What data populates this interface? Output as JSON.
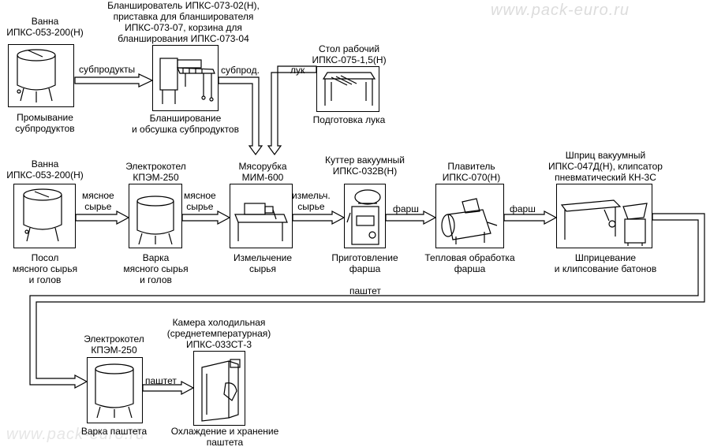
{
  "watermark": "www.pack-euro.ru",
  "stages": {
    "s1": {
      "title": "Ванна\nИПКС-053-200(Н)",
      "caption": "Промывание\nсубпродуктов"
    },
    "s2": {
      "title": "Бланширователь ИПКС-073-02(Н),\nприставка для бланширователя\nИПКС-073-07, корзина для\nбланширования ИПКС-073-04",
      "caption": "Бланширование\nи обсушка субпродуктов"
    },
    "s3": {
      "title": "Стол рабочий\nИПКС-075-1,5(Н)",
      "caption": "Подготовка лука"
    },
    "s4": {
      "title": "Ванна\nИПКС-053-200(Н)",
      "caption": "Посол\nмясного сырья\nи голов"
    },
    "s5": {
      "title": "Электрокотел\nКПЭМ-250",
      "caption": "Варка\nмясного сырья\nи голов"
    },
    "s6": {
      "title": "Мясорубка\nМИМ-600",
      "caption": "Измельчение\nсырья"
    },
    "s7": {
      "title": "Куттер вакуумный\nИПКС-032В(Н)",
      "caption": "Приготовление\nфарша"
    },
    "s8": {
      "title": "Плавитель\nИПКС-070(Н)",
      "caption": "Тепловая обработка\nфарша"
    },
    "s9": {
      "title": "Шприц вакуумный\nИПКС-047Д(Н), клипсатор\nпневматический КН-3С",
      "caption": "Шприцевание\nи клипсование батонов"
    },
    "s10": {
      "title": "Электрокотел\nКПЭМ-250",
      "caption": "Варка паштета"
    },
    "s11": {
      "title": "Камера холодильная\n(среднетемпературная)\nИПКС-033СТ-3",
      "caption": "Охлаждение и хранение\nпаштета"
    }
  },
  "flows": {
    "f1": "субпродукты",
    "f2": "субпрод.",
    "f3": "лук",
    "f4": "мясное\nсырье",
    "f5": "мясное\nсырье",
    "f6": "измельч.\nсырье",
    "f7": "фарш",
    "f8": "фарш",
    "f9": "паштет",
    "f10": "паштет"
  }
}
